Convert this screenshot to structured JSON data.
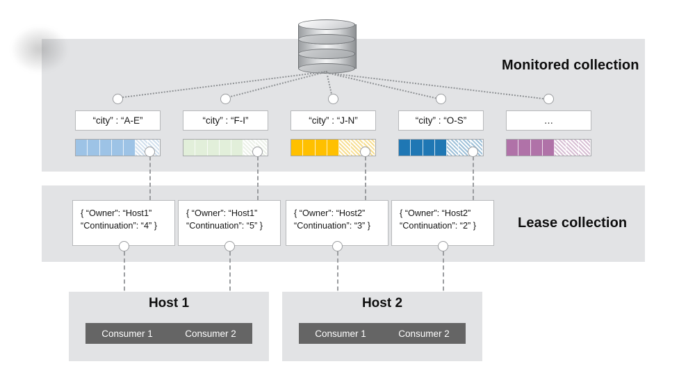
{
  "bands": {
    "monitored_label": "Monitored collection",
    "lease_label": "Lease collection"
  },
  "database": {
    "icon": "database-cylinder-icon"
  },
  "partitions": [
    {
      "label": "“city” : “A-E”",
      "color": "#9DC3E6",
      "cells": 7,
      "filled": 5,
      "has_lease": true
    },
    {
      "label": "“city” : “F-I”",
      "color": "#E2EFDA",
      "cells": 7,
      "filled": 5,
      "has_lease": true
    },
    {
      "label": "“city” : “J-N”",
      "color": "#FFC000",
      "cells": 7,
      "filled": 4,
      "has_lease": true
    },
    {
      "label": "“city” : “O-S”",
      "color": "#1F77B4",
      "cells": 7,
      "filled": 4,
      "has_lease": true
    },
    {
      "label": "…",
      "color": "#B072A8",
      "cells": 7,
      "filled": 4,
      "has_lease": false
    }
  ],
  "leases": [
    {
      "line1": "{ “Owner”: “Host1”",
      "line2": "“Continuation”: “4” }",
      "owner": "Host1",
      "continuation": "4"
    },
    {
      "line1": "{ “Owner”: “Host1”",
      "line2": "“Continuation”: “5” }",
      "owner": "Host1",
      "continuation": "5"
    },
    {
      "line1": "{ “Owner”: “Host2”",
      "line2": "“Continuation”: “3” }",
      "owner": "Host2",
      "continuation": "3"
    },
    {
      "line1": "{ “Owner”: “Host2”",
      "line2": "“Continuation”: “2” }",
      "owner": "Host2",
      "continuation": "2"
    }
  ],
  "hosts": [
    {
      "title": "Host 1",
      "consumers": [
        "Consumer 1",
        "Consumer 2"
      ]
    },
    {
      "title": "Host 2",
      "consumers": [
        "Consumer 1",
        "Consumer 2"
      ]
    }
  ]
}
